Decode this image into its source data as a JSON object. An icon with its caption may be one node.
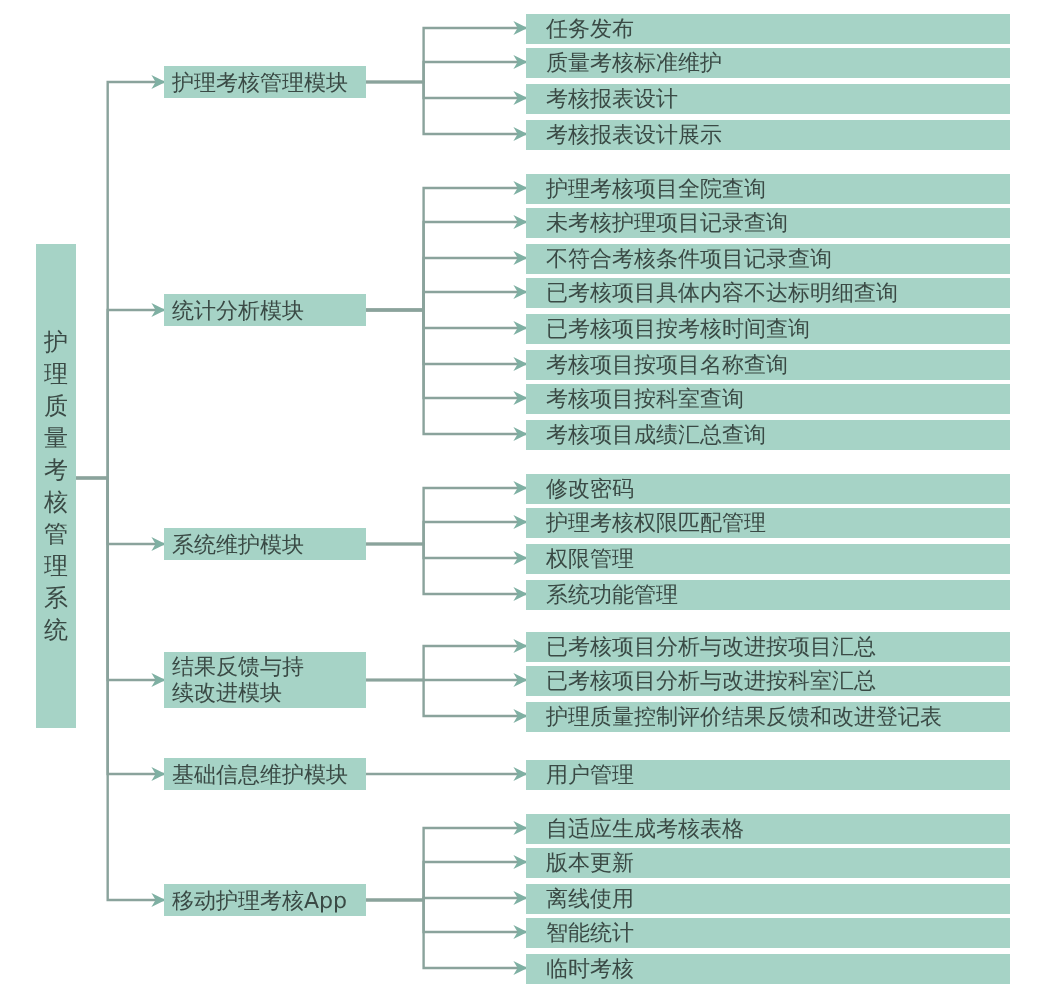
{
  "diagram": {
    "nodes": [
      {
        "text": [
          "护理质量考核管理系统"
        ]
      },
      {
        "text": [
          "护理考核管理模块"
        ]
      },
      {
        "text": [
          "任务发布"
        ]
      },
      {
        "text": [
          "质量考核标准维护"
        ]
      },
      {
        "text": [
          "考核报表设计"
        ]
      },
      {
        "text": [
          "考核报表设计展示"
        ]
      },
      {
        "text": [
          "统计分析模块"
        ]
      },
      {
        "text": [
          "护理考核项目全院查询"
        ]
      },
      {
        "text": [
          "未考核护理项目记录查询"
        ]
      },
      {
        "text": [
          "不符合考核条件项目记录查询"
        ]
      },
      {
        "text": [
          "已考核项目具体内容不达标明细查询"
        ]
      },
      {
        "text": [
          "已考核项目按考核时间查询"
        ]
      },
      {
        "text": [
          "考核项目按项目名称查询"
        ]
      },
      {
        "text": [
          "考核项目按科室查询"
        ]
      },
      {
        "text": [
          "考核项目成绩汇总查询"
        ]
      },
      {
        "text": [
          "系统维护模块"
        ]
      },
      {
        "text": [
          "修改密码"
        ]
      },
      {
        "text": [
          "护理考核权限匹配管理"
        ]
      },
      {
        "text": [
          "权限管理"
        ]
      },
      {
        "text": [
          "系统功能管理"
        ]
      },
      {
        "text": [
          "结果反馈与持续改进模块"
        ]
      },
      {
        "text": [
          "已考核项目分析与改进按项目汇总"
        ]
      },
      {
        "text": [
          "已考核项目分析与改进按科室汇总"
        ]
      },
      {
        "text": [
          "护理质量控制评价结果反馈和改进登记表"
        ]
      },
      {
        "text": [
          "基础信息维护模块"
        ]
      },
      {
        "text": [
          "用户管理"
        ]
      },
      {
        "text": [
          "移动护理考核App"
        ]
      },
      {
        "text": [
          "自适应生成考核表格"
        ]
      },
      {
        "text": [
          "版本更新"
        ]
      },
      {
        "text": [
          "离线使用"
        ]
      },
      {
        "text": [
          "智能统计"
        ]
      },
      {
        "text": [
          "临时考核"
        ]
      }
    ],
    "edges": [
      {
        "from": 0,
        "to": 1,
        "arrow": "to"
      },
      {
        "from": 0,
        "to": 6,
        "arrow": "to"
      },
      {
        "from": 0,
        "to": 15,
        "arrow": "to"
      },
      {
        "from": 0,
        "to": 20,
        "arrow": "to"
      },
      {
        "from": 0,
        "to": 24,
        "arrow": "to"
      },
      {
        "from": 0,
        "to": 26,
        "arrow": "to"
      },
      {
        "from": 1,
        "to": 2,
        "arrow": "to"
      },
      {
        "from": 1,
        "to": 3,
        "arrow": "to"
      },
      {
        "from": 1,
        "to": 4,
        "arrow": "to"
      },
      {
        "from": 1,
        "to": 5,
        "arrow": "to"
      },
      {
        "from": 6,
        "to": 7,
        "arrow": "to"
      },
      {
        "from": 6,
        "to": 8,
        "arrow": "to"
      },
      {
        "from": 6,
        "to": 9,
        "arrow": "to"
      },
      {
        "from": 6,
        "to": 10,
        "arrow": "to"
      },
      {
        "from": 6,
        "to": 11,
        "arrow": "to"
      },
      {
        "from": 6,
        "to": 12,
        "arrow": "to"
      },
      {
        "from": 6,
        "to": 13,
        "arrow": "to"
      },
      {
        "from": 6,
        "to": 14,
        "arrow": "to"
      },
      {
        "from": 15,
        "to": 16,
        "arrow": "to"
      },
      {
        "from": 15,
        "to": 17,
        "arrow": "to"
      },
      {
        "from": 15,
        "to": 18,
        "arrow": "to"
      },
      {
        "from": 15,
        "to": 19,
        "arrow": "to"
      },
      {
        "from": 20,
        "to": 21,
        "arrow": "to"
      },
      {
        "from": 20,
        "to": 22,
        "arrow": "to"
      },
      {
        "from": 20,
        "to": 23,
        "arrow": "to"
      },
      {
        "from": 24,
        "to": 25,
        "arrow": "to"
      },
      {
        "from": 26,
        "to": 27,
        "arrow": "to"
      },
      {
        "from": 26,
        "to": 28,
        "arrow": "to"
      },
      {
        "from": 26,
        "to": 29,
        "arrow": "to"
      },
      {
        "from": 26,
        "to": 30,
        "arrow": "to"
      },
      {
        "from": 26,
        "to": 31,
        "arrow": "to"
      }
    ]
  }
}
